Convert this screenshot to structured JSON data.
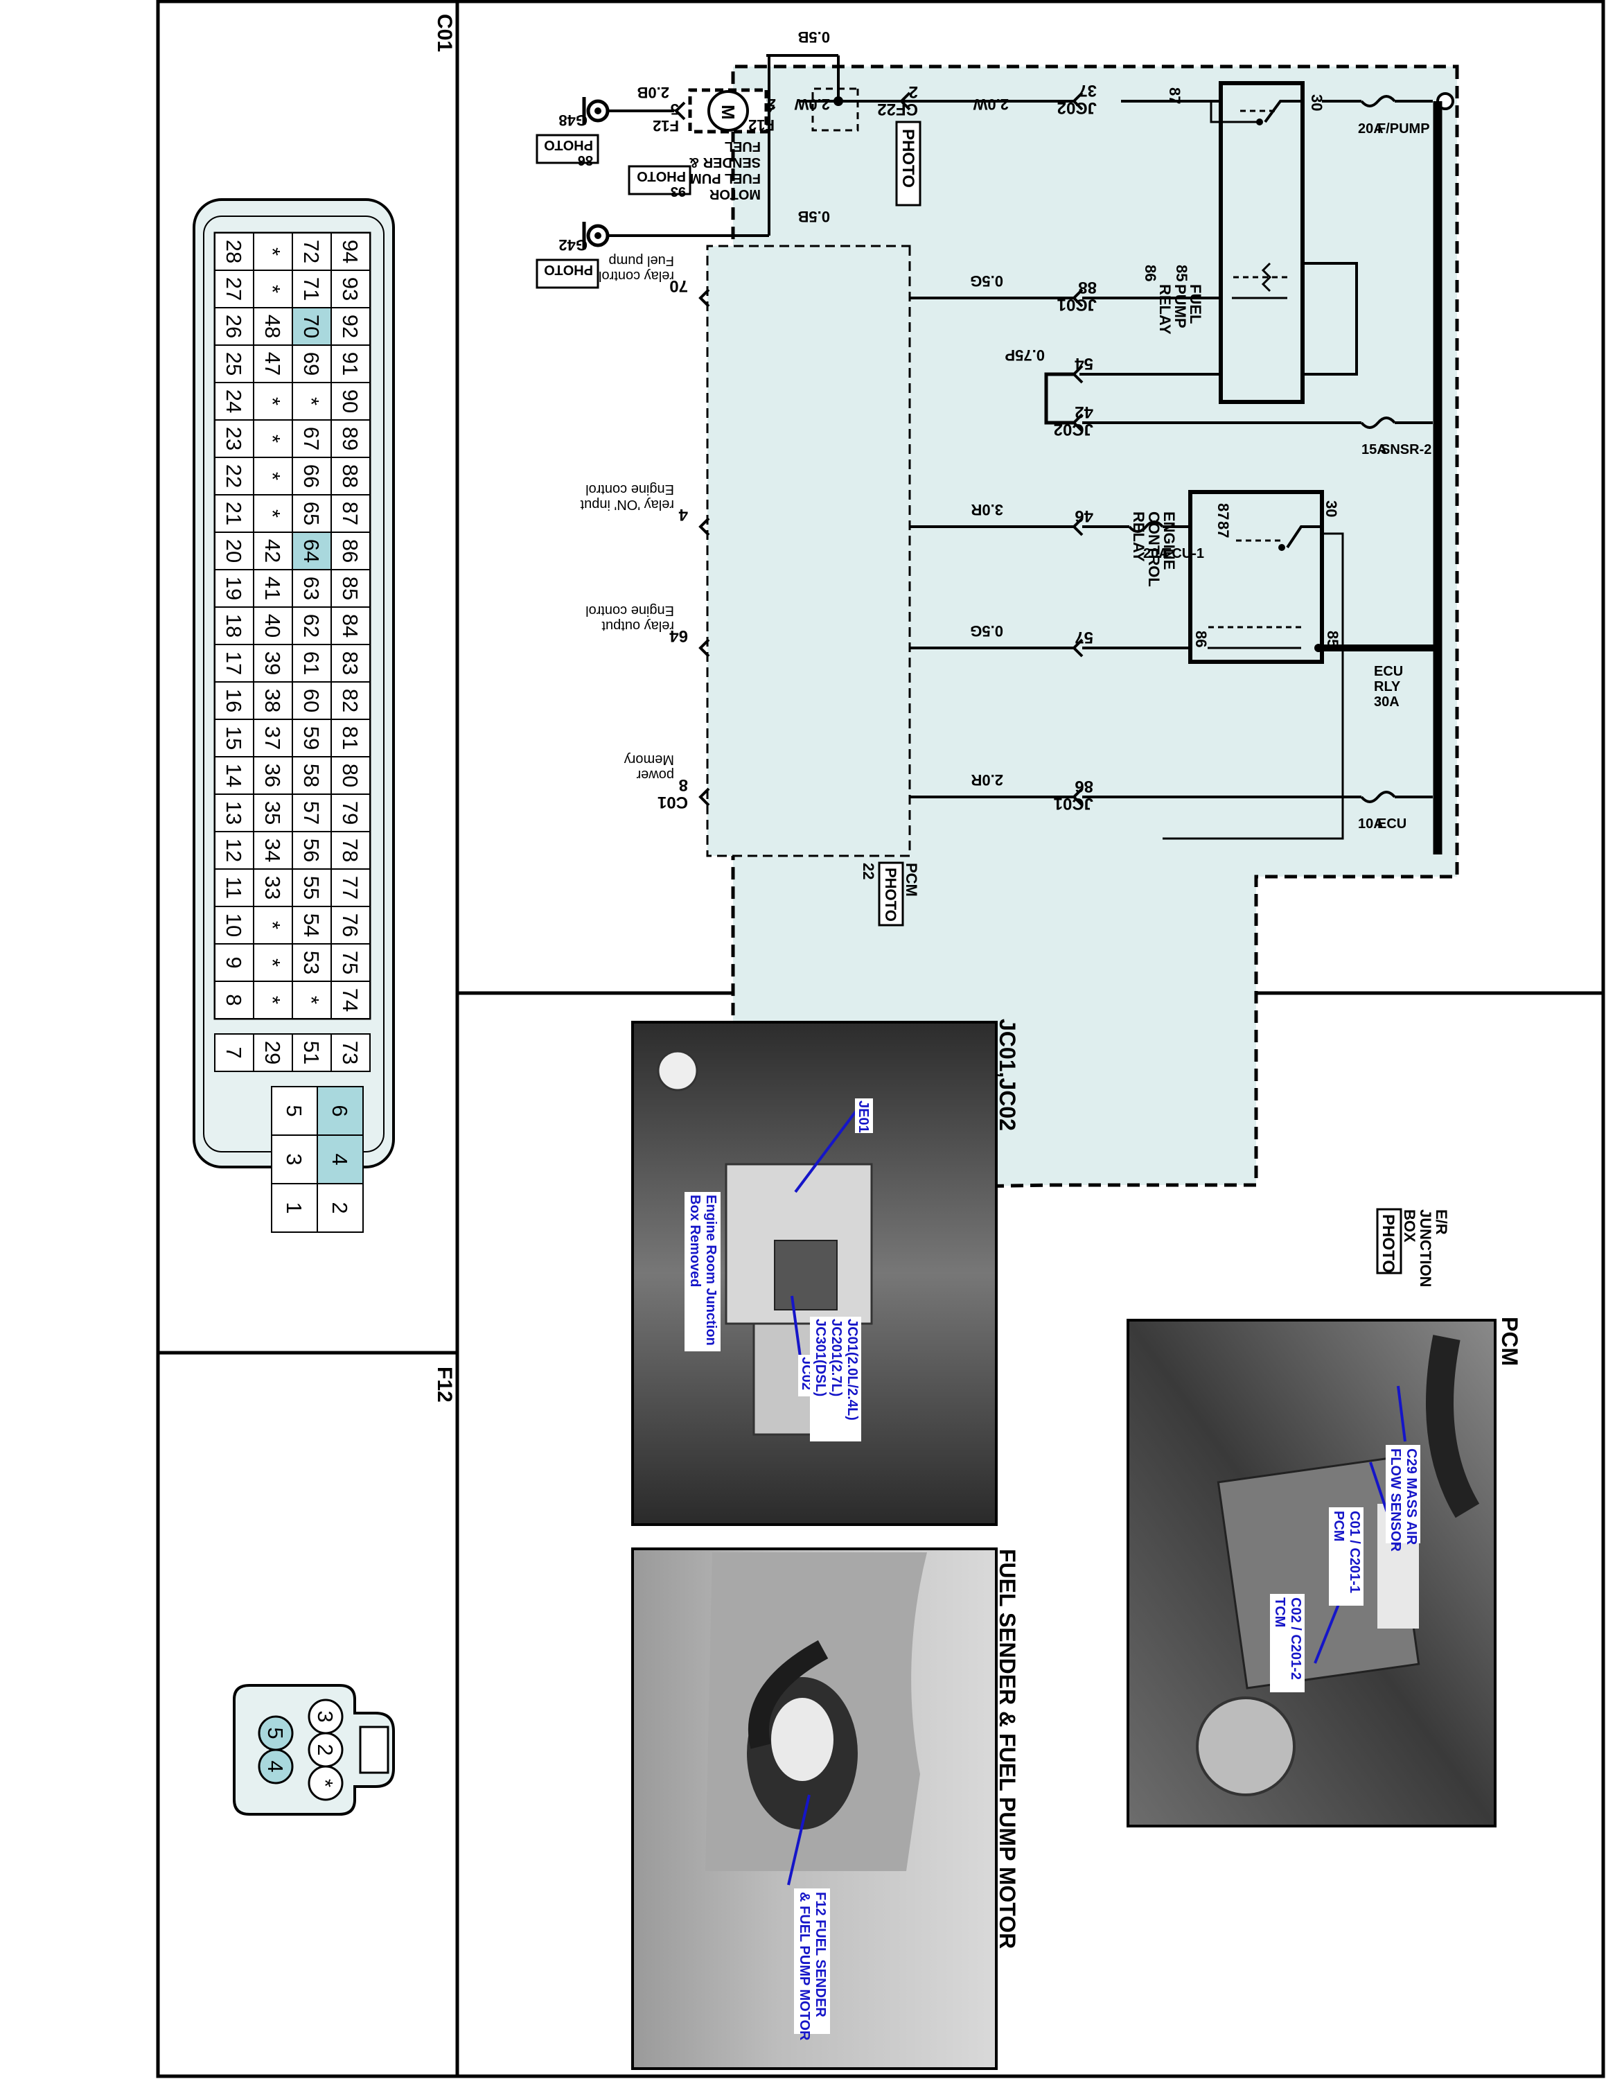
{
  "colors": {
    "junction_box_fill": "#dfeeee",
    "pin_highlight": "#a9d8dd",
    "label_blue": "#1515c8",
    "wire": "#000000"
  },
  "schematic": {
    "junction_box": {
      "title_1": "E/R",
      "title_2": "JUNCTION",
      "title_3": "BOX",
      "photo_tag": "PHOTO"
    },
    "fuses": {
      "fpump": {
        "name": "F/PUMP",
        "rating": "20A"
      },
      "sensor2": {
        "name": "SNSR-2",
        "rating": "15A"
      },
      "ecu1": {
        "name": "ECU-1",
        "rating": "20A"
      },
      "ecu_rly": {
        "name": "ECU",
        "name2": "RLY",
        "rating": "30A"
      },
      "ecu": {
        "name": "ECU",
        "rating": "10A"
      }
    },
    "fuel_pump_relay": {
      "line1": "FUEL",
      "line2": "PUMP",
      "line3": "RELAY",
      "pins": [
        "30",
        "87",
        "85",
        "86"
      ]
    },
    "engine_control_relay": {
      "line1": "ENGINE",
      "line2": "CONTROL",
      "line3": "RELAY",
      "pins": [
        "30",
        "87",
        "87",
        "85",
        "86"
      ]
    },
    "connectors": {
      "jc02_37": {
        "pin": "37",
        "name": "JC02"
      },
      "jc01_88": {
        "pin": "88",
        "name": "JC01"
      },
      "j_54": {
        "pin": "54"
      },
      "jc02_42": {
        "pin": "42",
        "name": "JC02"
      },
      "j_46": {
        "pin": "46"
      },
      "j_57": {
        "pin": "57"
      },
      "jc01_86": {
        "pin": "86",
        "name": "JC01"
      }
    },
    "wires": {
      "w_2_0w_a": "2.0W",
      "w_2_0w_b": "2.0W",
      "w_2_0w_c": "2.0W",
      "w_0_5b_a": "0.5B",
      "w_0_5b_b": "0.5B",
      "w_2_0b": "2.0B",
      "w_0_5g_a": "0.5G",
      "w_0_75p": "0.75P",
      "w_3_0r": "3.0R",
      "w_0_5g_b": "0.5G",
      "w_2_0r": "2.0R"
    },
    "cf22": {
      "pin": "2",
      "name": "CF22",
      "photo_tag": "PHOTO"
    },
    "f12": {
      "pin_top": "4",
      "pin_bottom": "5",
      "name": "F12",
      "motor_letter": "M",
      "label_1": "FUEL",
      "label_2": "SENDER &",
      "label_3": "FUEL PUMP",
      "label_4": "MOTOR",
      "photo_tag": "PHOTO",
      "photo_no": "93"
    },
    "grounds": {
      "g48": {
        "name": "G48",
        "photo_tag": "PHOTO",
        "photo_no": "86"
      },
      "g42": {
        "name": "G42",
        "photo_tag": "PHOTO"
      }
    },
    "pcm": {
      "name": "PCM",
      "photo_tag": "PHOTO",
      "photo_no": "22",
      "connector": "C01",
      "pins": [
        {
          "pin": "70",
          "desc1": "Fuel pump",
          "desc2": "relay control"
        },
        {
          "pin": "4",
          "desc1": "Engine control",
          "desc2": "relay 'ON' input"
        },
        {
          "pin": "64",
          "desc1": "Engine control",
          "desc2": "relay output"
        },
        {
          "pin": "8",
          "desc1": "Memory",
          "desc2": "power"
        }
      ]
    }
  },
  "c01_connector": {
    "title": "C01",
    "rows": [
      [
        "94",
        "93",
        "92",
        "91",
        "90",
        "89",
        "88",
        "87",
        "86",
        "85",
        "84",
        "83",
        "82",
        "81",
        "80",
        "79",
        "78",
        "77",
        "76",
        "75",
        "74"
      ],
      [
        "72",
        "71",
        "70",
        "69",
        "*",
        "67",
        "66",
        "65",
        "64",
        "63",
        "62",
        "61",
        "60",
        "59",
        "58",
        "57",
        "56",
        "55",
        "54",
        "53",
        "*"
      ],
      [
        "*",
        "*",
        "48",
        "47",
        "*",
        "*",
        "*",
        "*",
        "42",
        "41",
        "40",
        "39",
        "38",
        "37",
        "36",
        "35",
        "34",
        "33",
        "*",
        "*",
        "*"
      ],
      [
        "28",
        "27",
        "26",
        "25",
        "24",
        "23",
        "22",
        "21",
        "20",
        "19",
        "18",
        "17",
        "16",
        "15",
        "14",
        "13",
        "12",
        "11",
        "10",
        "9",
        "8"
      ]
    ],
    "aux_col": [
      "73",
      "51",
      "29",
      "7"
    ],
    "small_grid": [
      [
        "6",
        "5"
      ],
      [
        "4",
        "3"
      ],
      [
        "2",
        "1"
      ]
    ],
    "highlighted": [
      "70",
      "64",
      "6",
      "4"
    ]
  },
  "f12_connector": {
    "title": "F12",
    "pins": [
      "3",
      "2",
      "*",
      "5",
      "4"
    ],
    "highlighted": [
      "5",
      "4"
    ]
  },
  "photos": {
    "pcm": {
      "title": "PCM",
      "callout_1a": "C29 MASS AIR",
      "callout_1b": "FLOW SENSOR",
      "callout_2a": "C01 / C201-1",
      "callout_2b": "PCM",
      "callout_3a": "C02 / C201-2",
      "callout_3b": "TCM"
    },
    "jc": {
      "title": "JC01,JC02",
      "callout_je01": "JE01",
      "callout_jc02": "JC02",
      "callout_jc01a": "JC01(2.0L/2.4L)",
      "callout_jc01b": "JC201(2.7L)",
      "callout_jc01c": "JC301(DSL)",
      "note_1": "Engine Room Junction",
      "note_2": "Box Removed"
    },
    "fuel": {
      "title": "FUEL SENDER & FUEL PUMP MOTOR",
      "callout_a": "F12 FUEL SENDER",
      "callout_b": "& FUEL PUMP MOTOR"
    }
  }
}
